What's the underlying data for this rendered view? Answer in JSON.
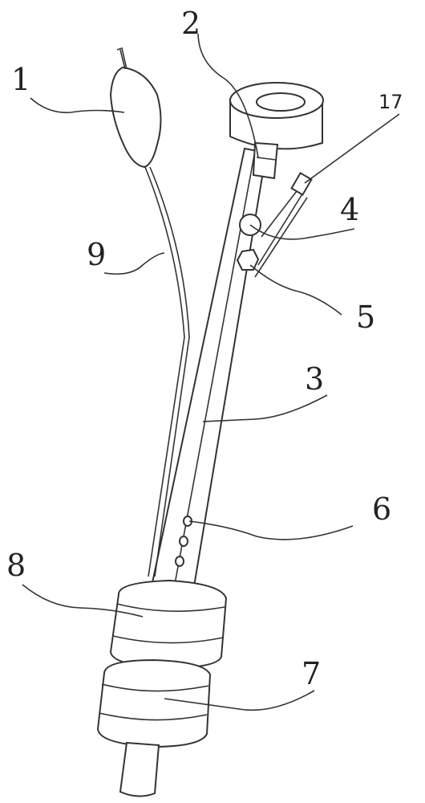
{
  "labels": {
    "l1": "1",
    "l2": "2",
    "l3": "3",
    "l4": "4",
    "l5": "5",
    "l6": "6",
    "l7": "7",
    "l8": "8",
    "l9": "9",
    "l17": "17"
  }
}
